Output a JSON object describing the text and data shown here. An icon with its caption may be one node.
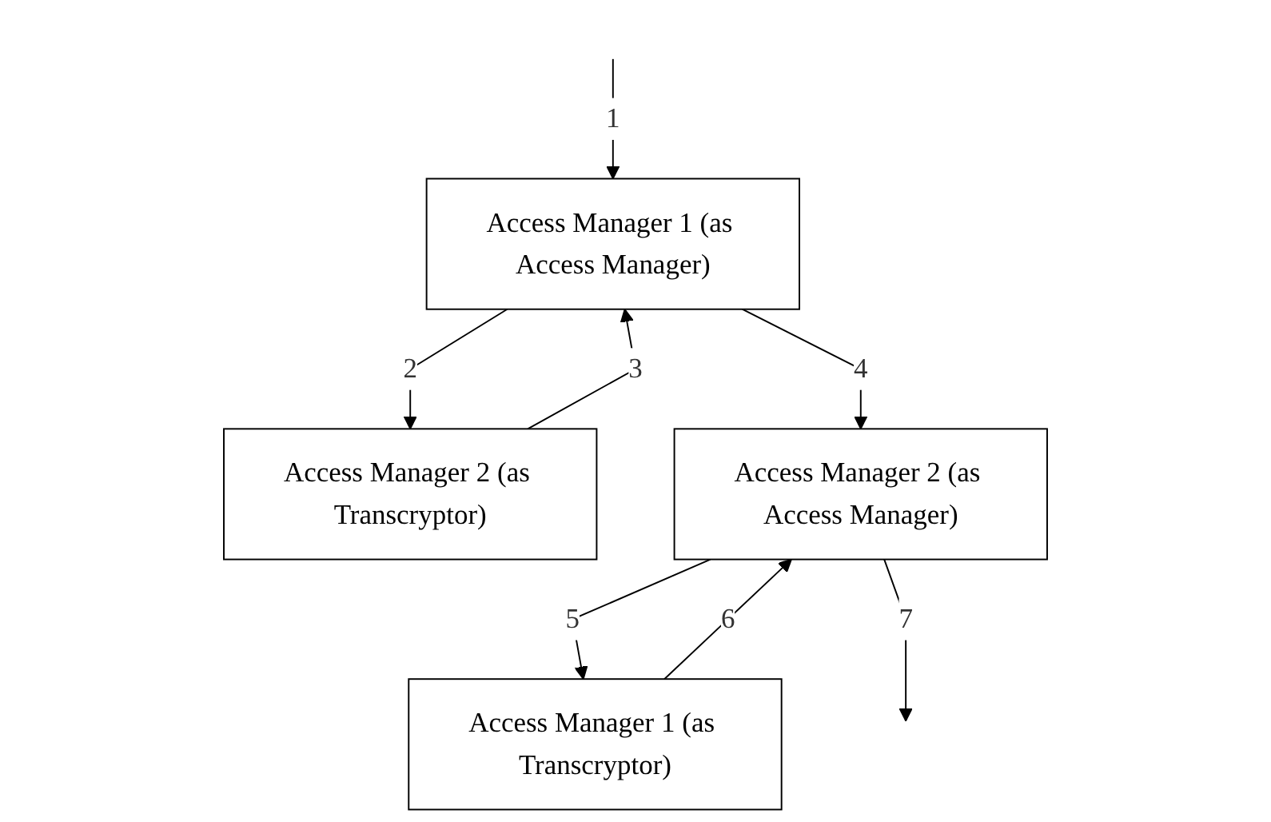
{
  "diagram": {
    "nodes": [
      {
        "text": [
          "Access Manager 1 (as Access Manager)"
        ]
      },
      {
        "text": [
          "Access Manager 2 (as Transcryptor)"
        ]
      },
      {
        "text": [
          "Access Manager 2 (as Access Manager)"
        ]
      },
      {
        "text": [
          "Access Manager 1 (as Transcryptor)"
        ]
      }
    ],
    "edges": [
      {
        "from": null,
        "to": 0,
        "arrow": "to",
        "label": "1"
      },
      {
        "from": 0,
        "to": 1,
        "arrow": "to",
        "label": "2"
      },
      {
        "from": 1,
        "to": 0,
        "arrow": "to",
        "label": "3"
      },
      {
        "from": 0,
        "to": 2,
        "arrow": "to",
        "label": "4"
      },
      {
        "from": 2,
        "to": 3,
        "arrow": "to",
        "label": "5"
      },
      {
        "from": 3,
        "to": 2,
        "arrow": "to",
        "label": "6"
      },
      {
        "from": 2,
        "to": null,
        "arrow": "to",
        "label": "7"
      }
    ]
  }
}
